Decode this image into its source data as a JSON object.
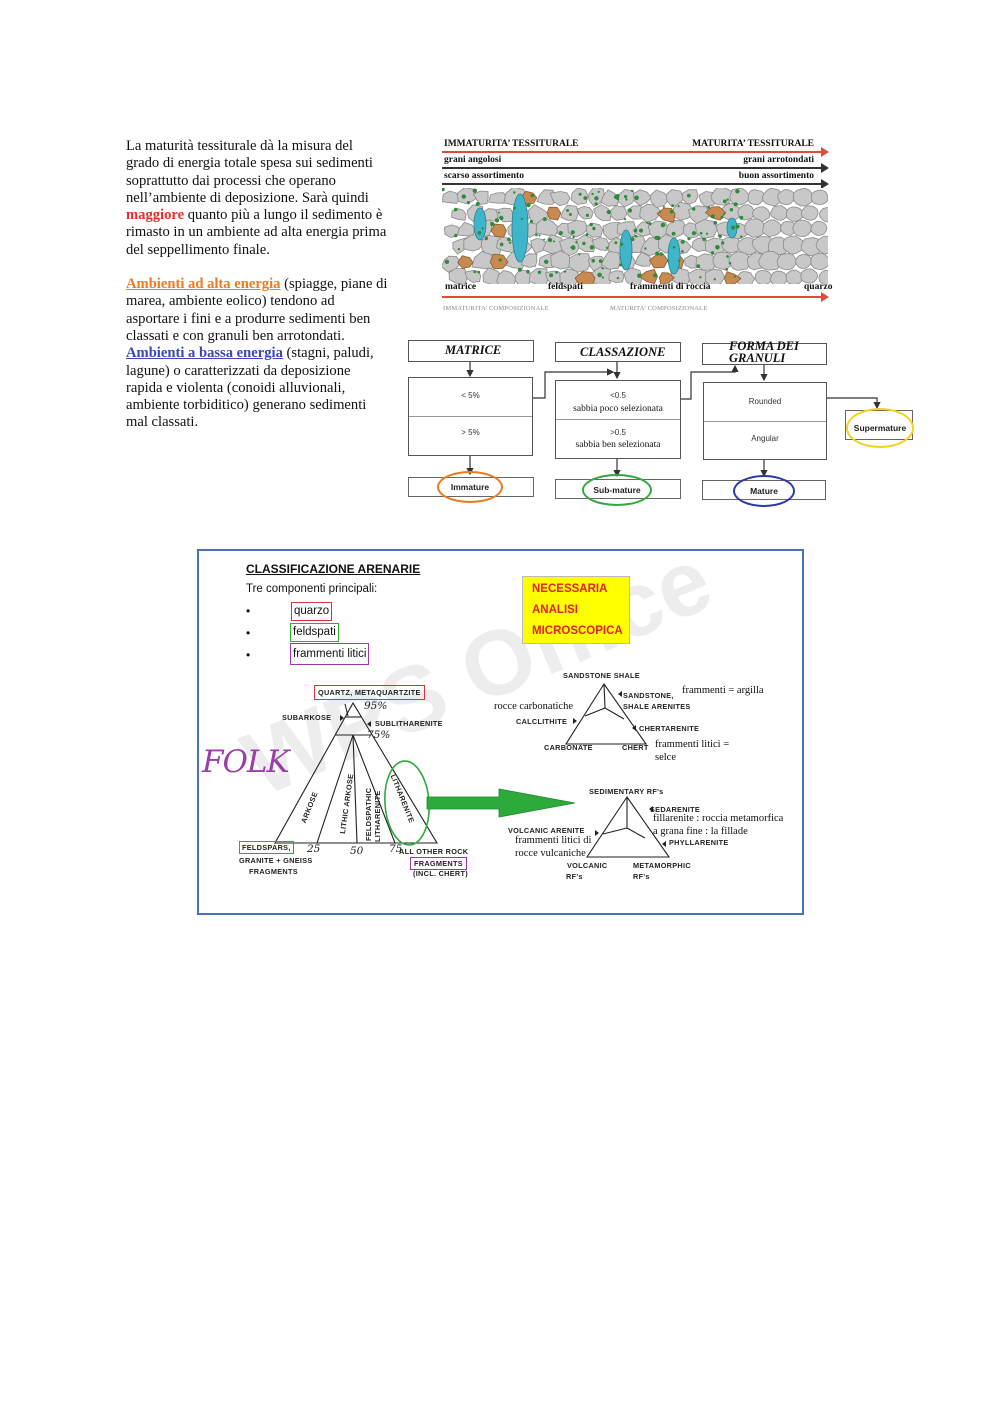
{
  "left_text": {
    "p1_a": "La maturità tessiturale dà la misura del grado di energia totale spesa sui sedimenti soprattutto dai processi che operano nell’ambiente di deposizione. Sarà quindi ",
    "p1_highlight": "maggiore",
    "p1_b": " quanto più a lungo il sedimento è rimasto in un ambiente ad alta energia prima del seppellimento finale.",
    "p2_link": "Ambienti ad alta energia",
    "p2_text": " (spiagge, piane di marea, ambiente eolico) tendono ad asportare i fini e a produrre sedimenti ben classati e con granuli ben arrotondati.",
    "p3_link": "Ambienti a bassa energia",
    "p3_text": " (stagni, paludi, lagune) o caratterizzati da deposizione rapida e violenta (conoidi alluvionali, ambiente torbiditico) generano sedimenti mal classati."
  },
  "maturity_figure": {
    "top_left": "IMMATURITA’ TESSITURALE",
    "top_right": "MATURITA’ TESSITURALE",
    "row2_left": "grani angolosi",
    "row2_right": "grani arrotondati",
    "row3_left": "scarso assortimento",
    "row3_right": "buon assortimento",
    "labels": [
      "matrice",
      "feldspati",
      "frammenti di roccia",
      "quarzo"
    ],
    "bottom_left": "IMMATURITA’ COMPOSIZIONALE",
    "bottom_right": "MATURITA’ COMPOSIZIONALE",
    "colors": {
      "arrow_red": "#e04a3a",
      "grain_grey": "#c8c8c8",
      "quartz_blue": "#3fb5c9",
      "lithic_brown": "#c98a52",
      "matrix_green": "#2f8a3a"
    }
  },
  "flow": {
    "headers": [
      "MATRICE",
      "CLASSAZIONE",
      "FORMA DEI GRANULI"
    ],
    "matrice_cells": [
      "< 5%",
      "> 5%"
    ],
    "classazione_cells": [
      [
        "<0.5",
        "sabbia poco selezionata"
      ],
      [
        ">0.5",
        "sabbia ben selezionata"
      ]
    ],
    "forma_cells": [
      "Rounded",
      "Angular"
    ],
    "outputs": [
      "Immature",
      "Sub-mature",
      "Mature",
      "Supermature"
    ],
    "oval_colors": [
      "#ee7a1e",
      "#2eaa3c",
      "#2a3aa8",
      "#f2d21e"
    ]
  },
  "slide": {
    "title": "CLASSIFICAZIONE ARENARIE",
    "subtitle": "Tre componenti principali:",
    "bullets": [
      "quarzo",
      "feldspati",
      "frammenti litici"
    ],
    "bullet_box_colors": [
      "#d8323a",
      "#2eaa3c",
      "#9a3aa8"
    ],
    "yellow_box": [
      "NECESSARIA",
      "ANALISI",
      "MICROSCOPICA"
    ],
    "folk_label": "FOLK",
    "watermark": "WPS Office",
    "main_triangle": {
      "top": "QUARTZ, METAQUARTZITE",
      "subarkose": "SUBARKOSE",
      "sublitharenite": "SUBLITHARENITE",
      "hand_95": "95%",
      "hand_75": "75%",
      "arkose": "ARKOSE",
      "lithic_arkose": "LITHIC ARKOSE",
      "feldspathic_1": "FELDSPATHIC",
      "feldspathic_2": "LITHARENITE",
      "litharenite": "LITHARENITE",
      "bl_1": "FELDSPARS,",
      "bl_2": "GRANITE + GNEISS",
      "bl_3": "FRAGMENTS",
      "br_1": "ALL OTHER ROCK",
      "br_2": "FRAGMENTS",
      "br_3": "(INCL. CHERT)",
      "tick_25": "25",
      "tick_50": "50",
      "tick_75": "75"
    },
    "upper_small_triangle": {
      "top": "SANDSTONE SHALE",
      "right_1": "SANDSTONE,",
      "right_2": "SHALE ARENITES",
      "left": "CALCLITHITE",
      "right_mid": "CHERTARENITE",
      "bl": "CARBONATE",
      "br": "CHERT",
      "note_argilla": "frammenti = argilla",
      "note_carbonatiche": "rocce carbonatiche",
      "note_selce_1": "frammenti litici =",
      "note_selce_2": "selce"
    },
    "lower_small_triangle": {
      "top": "SEDIMENTARY RF's",
      "sedarenite": "SEDARENITE",
      "phyllarenite": "PHYLLARENITE",
      "volcanic_arenite": "VOLCANIC ARENITE",
      "bl_1": "VOLCANIC",
      "bl_2": "RF's",
      "br_1": "METAMORPHIC",
      "br_2": "RF's",
      "note_meta_1": "fillarenite : roccia metamorfica",
      "note_meta_2": "a grana fine : la fillade",
      "note_vulc_1": "frammenti litici di",
      "note_vulc_2": "rocce vulcaniche"
    }
  }
}
